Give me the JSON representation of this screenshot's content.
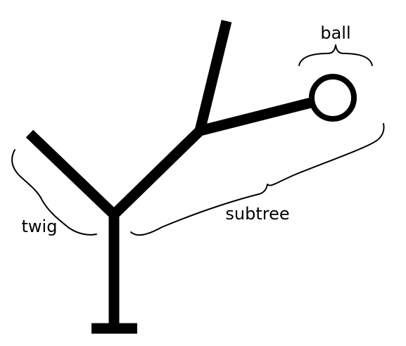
{
  "labels": {
    "ball": "ball",
    "twig": "twig",
    "subtree": "subtree"
  },
  "colors": {
    "stroke": "#000000",
    "background": "#ffffff"
  }
}
